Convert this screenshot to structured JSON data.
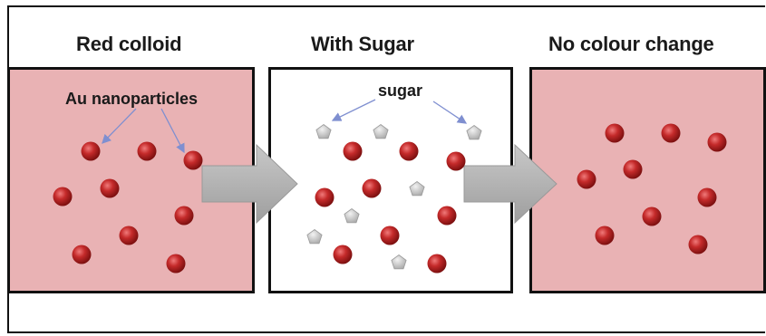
{
  "panels": [
    {
      "title": "Red colloid",
      "label": "Au nanoparticles"
    },
    {
      "title": "With Sugar",
      "label": "sugar"
    },
    {
      "title": "No colour change",
      "label": ""
    }
  ],
  "colors": {
    "pink_fill": "#e9b2b4",
    "particle_red": "#c42a2a",
    "sugar_grey": "#c9c9c9",
    "arrow_grey": "#b3b3b3",
    "pointer_blue": "#7f8fd0"
  }
}
